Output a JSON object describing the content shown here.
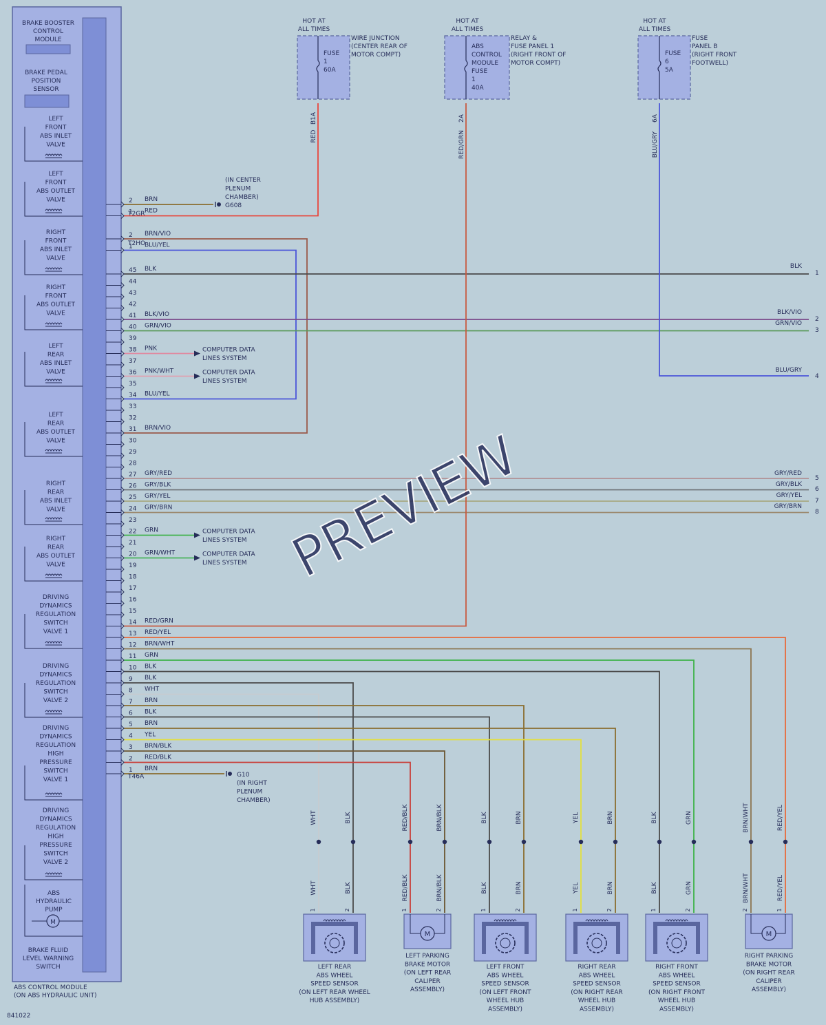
{
  "colors": {
    "background": "#bccfd9",
    "module_fill": "#a4b1e3",
    "module_bar": "#7e8fd6",
    "module_stroke": "#5a669f",
    "text": "#262d59",
    "wire_default": "#565656"
  },
  "wire_colors": {
    "RED": "#e8473d",
    "BRN": "#8a6d2e",
    "BLK": "#4a4a4a",
    "WHT": "#c6cbd0",
    "GRN": "#3fb34a",
    "YEL": "#e4e03c",
    "BLU": "#4a55d9",
    "BRN/VIO": "#9a5a4a",
    "BLU/YEL": "#4a55d9",
    "BLK/VIO": "#7a4a8a",
    "GRN/VIO": "#5a9a5a",
    "PNK": "#e08aa0",
    "PNK/WHT": "#e0a0b0",
    "GRY/RED": "#b09094",
    "GRY/BLK": "#6f7478",
    "GRY/YEL": "#a8a880",
    "GRY/BRN": "#9c8a70",
    "GRN/WHT": "#49b35a",
    "RED/GRN": "#c85a40",
    "RED/YEL": "#e86a3a",
    "BRN/WHT": "#8c7650",
    "BRN/BLK": "#6a5530",
    "RED/BLK": "#c8403a",
    "RED/GRN_FUSE": "#c85a40",
    "BLU/GRY": "#4a55d9"
  },
  "module": {
    "components": [
      "BRAKE BOOSTER|CONTROL|MODULE",
      "BRAKE PEDAL|POSITION|SENSOR",
      "LEFT|FRONT|ABS INLET|VALVE",
      "LEFT|FRONT|ABS OUTLET|VALVE",
      "RIGHT|FRONT|ABS INLET|VALVE",
      "RIGHT|FRONT|ABS OUTLET|VALVE",
      "LEFT|REAR|ABS INLET|VALVE",
      "LEFT|REAR|ABS OUTLET|VALVE",
      "RIGHT|REAR|ABS INLET|VALVE",
      "RIGHT|REAR|ABS OUTLET|VALVE",
      "DRIVING|DYNAMICS|REGULATION|SWITCH|VALVE 1",
      "DRIVING|DYNAMICS|REGULATION|SWITCH|VALVE 2",
      "DRIVING|DYNAMICS|REGULATION|HIGH|PRESSURE|SWITCH|VALVE 1",
      "DRIVING|DYNAMICS|REGULATION|HIGH|PRESSURE|SWITCH|VALVE 2",
      "ABS|HYDRAULIC|PUMP",
      "BRAKE FLUID|LEVEL WARNING|SWITCH"
    ],
    "title": "ABS CONTROL MODULE|(ON ABS HYDRAULIC UNIT)"
  },
  "connectors": [
    {
      "name": "T2GR",
      "pins": [
        {
          "pin": "2",
          "wire": "BRN"
        },
        {
          "pin": "1",
          "wire": "RED"
        }
      ]
    },
    {
      "name": "T2HO",
      "pins": [
        {
          "pin": "2",
          "wire": "BRN/VIO"
        },
        {
          "pin": "1",
          "wire": "BLU/YEL"
        }
      ]
    },
    {
      "name": "",
      "pins": [
        {
          "pin": "45",
          "wire": "BLK"
        },
        {
          "pin": "44",
          "wire": ""
        },
        {
          "pin": "43",
          "wire": ""
        },
        {
          "pin": "42",
          "wire": ""
        },
        {
          "pin": "41",
          "wire": "BLK/VIO"
        },
        {
          "pin": "40",
          "wire": "GRN/VIO"
        },
        {
          "pin": "39",
          "wire": ""
        },
        {
          "pin": "38",
          "wire": "PNK"
        },
        {
          "pin": "37",
          "wire": ""
        },
        {
          "pin": "36",
          "wire": "PNK/WHT"
        },
        {
          "pin": "35",
          "wire": ""
        },
        {
          "pin": "34",
          "wire": "BLU/YEL"
        },
        {
          "pin": "33",
          "wire": ""
        },
        {
          "pin": "32",
          "wire": ""
        },
        {
          "pin": "31",
          "wire": "BRN/VIO"
        },
        {
          "pin": "30",
          "wire": ""
        },
        {
          "pin": "29",
          "wire": ""
        },
        {
          "pin": "28",
          "wire": ""
        },
        {
          "pin": "27",
          "wire": "GRY/RED"
        },
        {
          "pin": "26",
          "wire": "GRY/BLK"
        },
        {
          "pin": "25",
          "wire": "GRY/YEL"
        },
        {
          "pin": "24",
          "wire": "GRY/BRN"
        },
        {
          "pin": "23",
          "wire": ""
        },
        {
          "pin": "22",
          "wire": "GRN"
        },
        {
          "pin": "21",
          "wire": ""
        },
        {
          "pin": "20",
          "wire": "GRN/WHT"
        },
        {
          "pin": "19",
          "wire": ""
        },
        {
          "pin": "18",
          "wire": ""
        },
        {
          "pin": "17",
          "wire": ""
        },
        {
          "pin": "16",
          "wire": ""
        },
        {
          "pin": "15",
          "wire": ""
        },
        {
          "pin": "14",
          "wire": "RED/GRN"
        },
        {
          "pin": "13",
          "wire": "RED/YEL"
        },
        {
          "pin": "12",
          "wire": "BRN/WHT"
        },
        {
          "pin": "11",
          "wire": "GRN"
        },
        {
          "pin": "10",
          "wire": "BLK"
        },
        {
          "pin": "9",
          "wire": "BLK"
        },
        {
          "pin": "8",
          "wire": "WHT"
        },
        {
          "pin": "7",
          "wire": "BRN"
        },
        {
          "pin": "6",
          "wire": "BLK"
        },
        {
          "pin": "5",
          "wire": "BRN"
        },
        {
          "pin": "4",
          "wire": "YEL"
        },
        {
          "pin": "3",
          "wire": "BRN/BLK"
        },
        {
          "pin": "2",
          "wire": "RED/BLK"
        },
        {
          "pin": "1",
          "wire": "BRN"
        }
      ]
    }
  ],
  "connector_label_bottom": "T46A",
  "fuses": [
    {
      "hot": "HOT AT|ALL TIMES",
      "inner": "FUSE|1|60A",
      "location": "WIRE JUNCTION|(CENTER REAR OF|MOTOR COMPT)",
      "pin": "B1A",
      "wire": "RED"
    },
    {
      "hot": "HOT AT|ALL TIMES",
      "inner": "ABS|CONTROL|MODULE|FUSE|1|40A",
      "location": "RELAY &|FUSE PANEL 1|(RIGHT FRONT OF|MOTOR COMPT)",
      "pin": "2A",
      "wire": "RED/GRN"
    },
    {
      "hot": "HOT AT|ALL TIMES",
      "inner": "FUSE|6|5A",
      "location": "FUSE|PANEL B|(RIGHT FRONT|FOOTWELL)",
      "pin": "6A",
      "wire": "BLU/GRY"
    }
  ],
  "grounds": [
    {
      "id": "G608",
      "location": "(IN CENTER|PLENUM|CHAMBER)"
    },
    {
      "id": "G10",
      "location": "(IN RIGHT|PLENUM|CHAMBER)"
    }
  ],
  "data_lines_label": "COMPUTER DATA|LINES SYSTEM",
  "right_outputs": [
    {
      "wire": "BLK",
      "num": "1"
    },
    {
      "wire": "BLK/VIO",
      "num": "2"
    },
    {
      "wire": "GRN/VIO",
      "num": "3"
    },
    {
      "wire": "BLU/GRY",
      "num": "4"
    },
    {
      "wire": "GRY/RED",
      "num": "5"
    },
    {
      "wire": "GRY/BLK",
      "num": "6"
    },
    {
      "wire": "GRY/YEL",
      "num": "7"
    },
    {
      "wire": "GRY/BRN",
      "num": "8"
    }
  ],
  "bottom_components": [
    {
      "type": "sensor",
      "label": "LEFT REAR|ABS WHEEL|SPEED SENSOR|(ON LEFT REAR WHEEL|HUB ASSEMBLY)",
      "wires": [
        "WHT",
        "BLK"
      ],
      "pins": [
        "1",
        "2"
      ]
    },
    {
      "type": "motor",
      "label": "LEFT PARKING|BRAKE MOTOR|(ON LEFT REAR|CALIPER|ASSEMBLY)",
      "wires": [
        "RED/BLK",
        "BRN/BLK"
      ],
      "pins": [
        "1",
        "2"
      ]
    },
    {
      "type": "sensor",
      "label": "LEFT FRONT|ABS WHEEL|SPEED SENSOR|(ON LEFT FRONT|WHEEL HUB|ASSEMBLY)",
      "wires": [
        "BLK",
        "BRN"
      ],
      "pins": [
        "1",
        "2"
      ]
    },
    {
      "type": "sensor",
      "label": "RIGHT REAR|ABS WHEEL|SPEED SENSOR|(ON RIGHT REAR|WHEEL HUB|ASSEMBLY)",
      "wires": [
        "YEL",
        "BRN"
      ],
      "pins": [
        "1",
        "2"
      ]
    },
    {
      "type": "sensor",
      "label": "RIGHT FRONT|ABS WHEEL|SPEED SENSOR|(ON RIGHT FRONT|WHEEL HUB|ASSEMBLY)",
      "wires": [
        "BLK",
        "GRN"
      ],
      "pins": [
        "1",
        "2"
      ]
    },
    {
      "type": "motor",
      "label": "RIGHT PARKING|BRAKE MOTOR|(ON RIGHT REAR|CALIPER|ASSEMBLY)",
      "wires": [
        "BRN/WHT",
        "RED/YEL"
      ],
      "pins": [
        "2",
        "1"
      ]
    }
  ],
  "watermark": "PREVIEW",
  "diagram_id": "841022"
}
